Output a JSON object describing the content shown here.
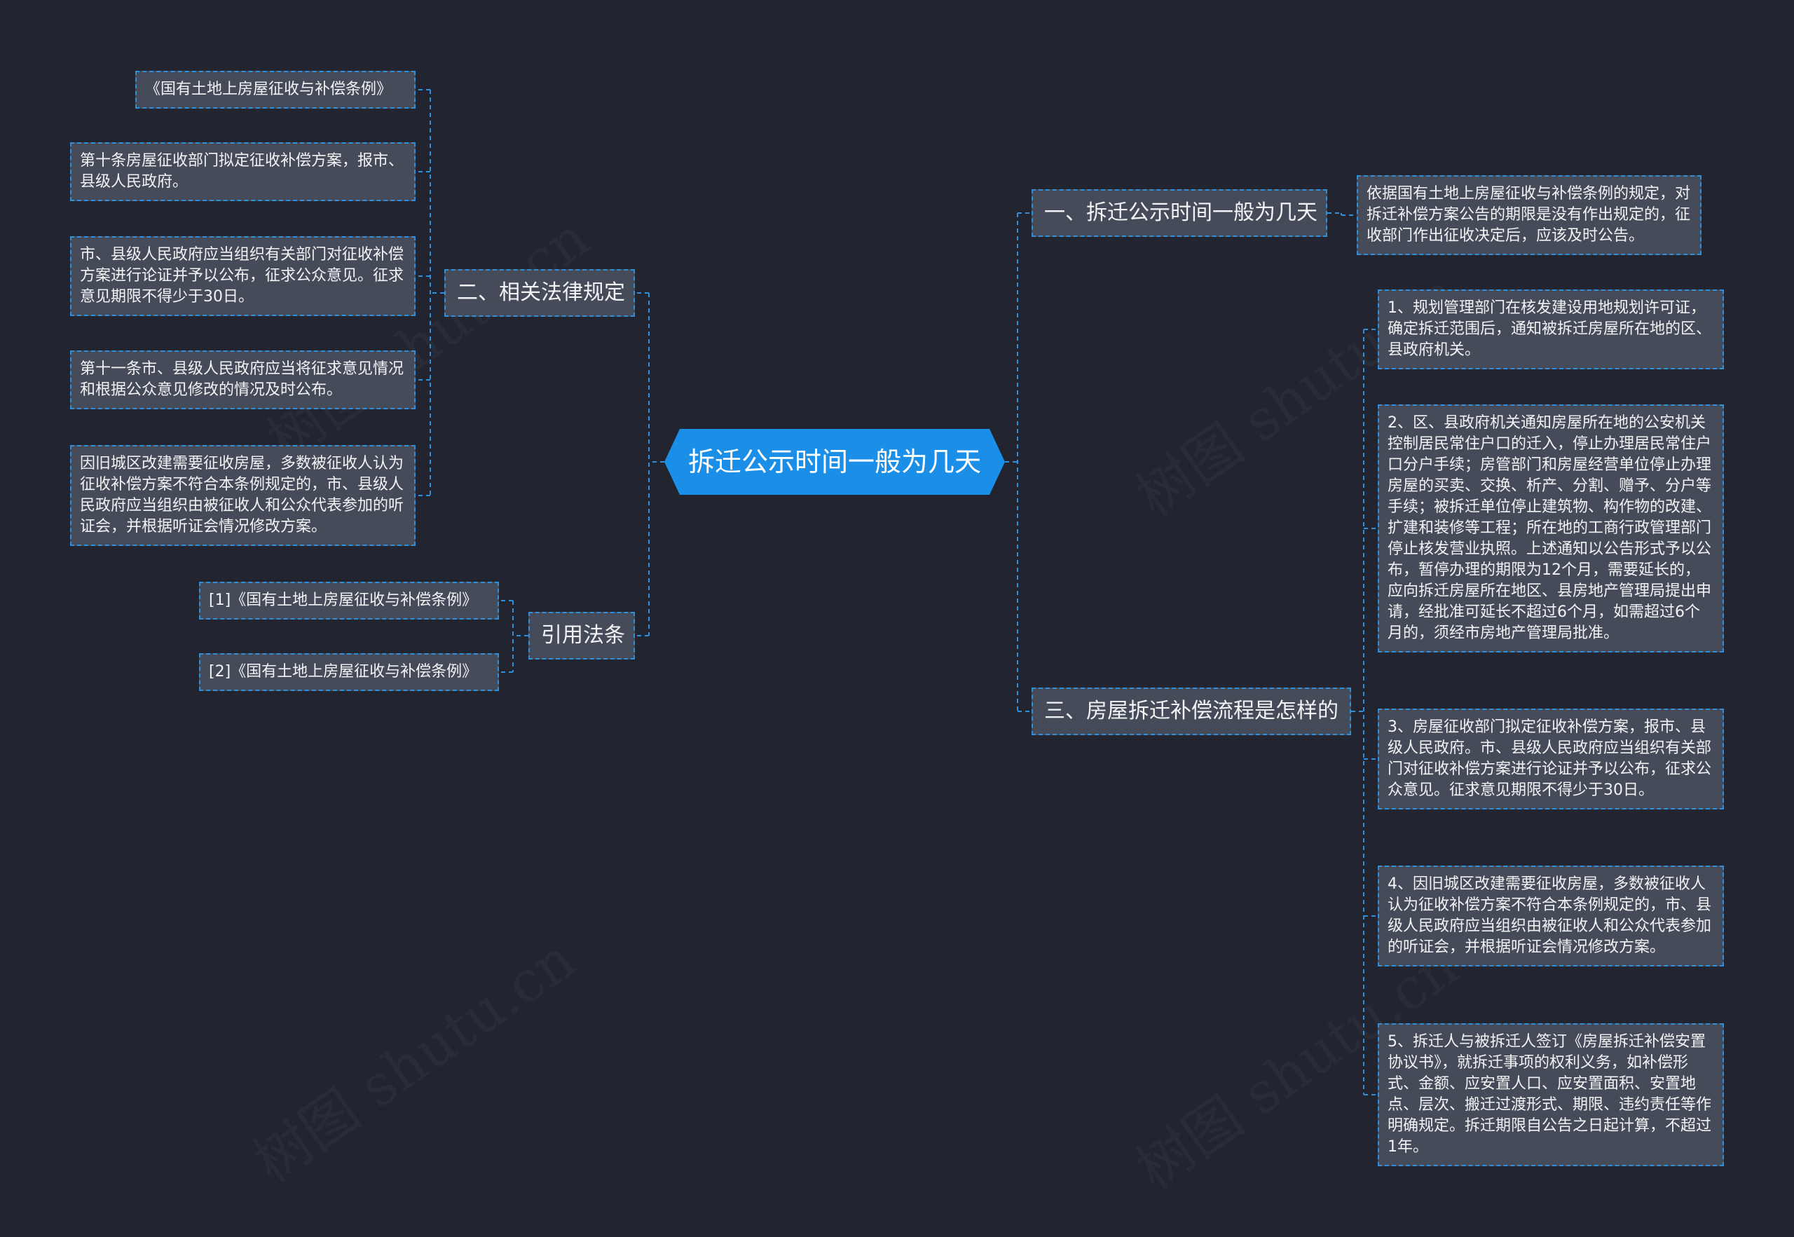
{
  "root": "拆迁公示时间一般为几天",
  "branches": {
    "b1": {
      "title": "一、拆迁公示时间一般为几天",
      "items": [
        "依据国有土地上房屋征收与补偿条例的规定，对拆迁补偿方案公告的期限是没有作出规定的，征收部门作出征收决定后，应该及时公告。"
      ]
    },
    "b2": {
      "title": "二、相关法律规定",
      "items": [
        "《国有土地上房屋征收与补偿条例》",
        "第十条房屋征收部门拟定征收补偿方案，报市、县级人民政府。",
        "市、县级人民政府应当组织有关部门对征收补偿方案进行论证并予以公布，征求公众意见。征求意见期限不得少于30日。",
        "第十一条市、县级人民政府应当将征求意见情况和根据公众意见修改的情况及时公布。",
        "因旧城区改建需要征收房屋，多数被征收人认为征收补偿方案不符合本条例规定的，市、县级人民政府应当组织由被征收人和公众代表参加的听证会，并根据听证会情况修改方案。"
      ]
    },
    "b3": {
      "title": "三、房屋拆迁补偿流程是怎样的",
      "items": [
        "1、规划管理部门在核发建设用地规划许可证，确定拆迁范围后，通知被拆迁房屋所在地的区、县政府机关。",
        "2、区、县政府机关通知房屋所在地的公安机关控制居民常住户口的迁入，停止办理居民常住户口分户手续；房管部门和房屋经营单位停止办理房屋的买卖、交换、析产、分割、赠予、分户等手续；被拆迁单位停止建筑物、构作物的改建、扩建和装修等工程；所在地的工商行政管理部门停止核发营业执照。上述通知以公告形式予以公布，暂停办理的期限为12个月，需要延长的，应向拆迁房屋所在地区、县房地产管理局提出申请，经批准可延长不超过6个月，如需超过6个月的，须经市房地产管理局批准。",
        "3、房屋征收部门拟定征收补偿方案，报市、县级人民政府。市、县级人民政府应当组织有关部门对征收补偿方案进行论证并予以公布，征求公众意见。征求意见期限不得少于30日。",
        "4、因旧城区改建需要征收房屋，多数被征收人认为征收补偿方案不符合本条例规定的，市、县级人民政府应当组织由被征收人和公众代表参加的听证会，并根据听证会情况修改方案。",
        "5、拆迁人与被拆迁人签订《房屋拆迁补偿安置协议书》，就拆迁事项的权利义务，如补偿形式、金额、应安置人口、应安置面积、安置地点、层次、搬迁过渡形式、期限、违约责任等作明确规定。拆迁期限自公告之日起计算，不超过1年。"
      ]
    },
    "b4": {
      "title": "引用法条",
      "items": [
        "[1]《国有土地上房屋征收与补偿条例》",
        "[2]《国有土地上房屋征收与补偿条例》"
      ]
    }
  },
  "watermark": "树图 shutu.cn",
  "colors": {
    "background": "#22252f",
    "node": "#464b59",
    "root": "#1b8fe8",
    "link": "#2f8fd8",
    "text": "#f2f3f5"
  }
}
